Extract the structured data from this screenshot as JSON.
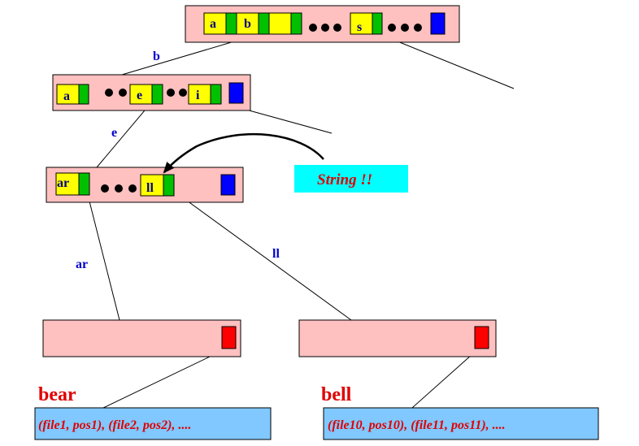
{
  "trie": {
    "root": {
      "keys": [
        "a",
        "b",
        "s"
      ]
    },
    "level1": {
      "keys": [
        "a",
        "e",
        "i"
      ]
    },
    "level2": {
      "keys": [
        "ar",
        "ll"
      ]
    }
  },
  "edges": {
    "b": "b",
    "e": "e",
    "ar": "ar",
    "ll": "ll"
  },
  "callout": {
    "text": "String !!"
  },
  "leaves": {
    "left": {
      "word": "bear",
      "postings": "(file1, pos1), (file2, pos2), ...."
    },
    "right": {
      "word": "bell",
      "postings": "(file10, pos10), (file11, pos11), ...."
    }
  },
  "colors": {
    "node_fill": "#ffc0c0",
    "key_fill": "#ffff00",
    "pointer_fill": "#00c000",
    "end_pointer_fill": "#0000ff",
    "leaf_pointer_fill": "#ff0000",
    "callout_fill": "#00ffff",
    "postings_fill": "#80c8ff"
  }
}
